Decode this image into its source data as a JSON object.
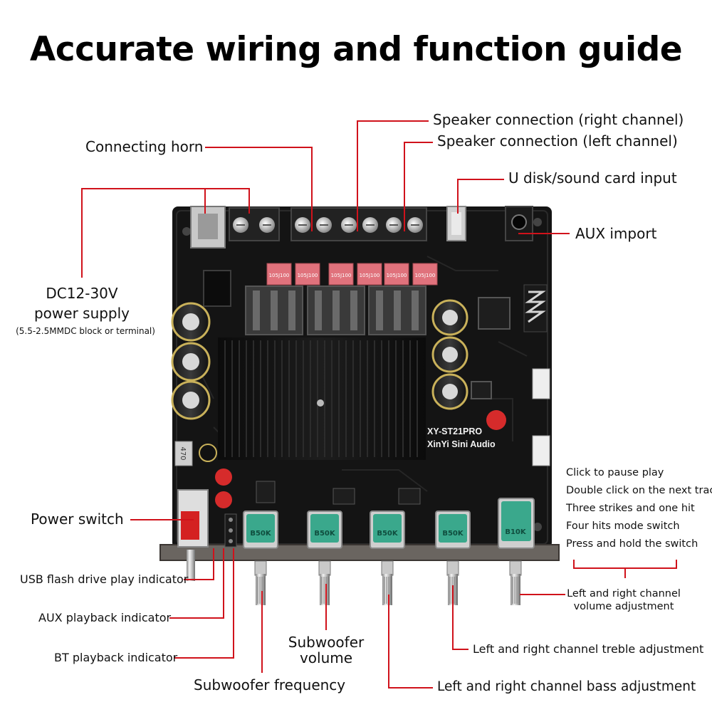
{
  "title": "Accurate wiring and function guide",
  "colors": {
    "leader_line": "#d0121b",
    "board": "#151515",
    "knob_cap": "#3aa88c",
    "relay": "#e0727c"
  },
  "board": {
    "model": "XY-ST21PRO",
    "maker": "XinYi Sini Audio"
  },
  "labels": {
    "speaker_right": "Speaker connection (right channel)",
    "speaker_left": "Speaker connection (left channel)",
    "connecting_horn": "Connecting horn",
    "udisk_input": "U disk/sound card input",
    "aux_import": "AUX import",
    "dc_power_line1": "DC12-30V",
    "dc_power_line2": "power supply",
    "dc_power_note": "(5.5-2.5MMDC block or terminal)",
    "power_switch": "Power switch",
    "usb_indicator": "USB flash drive play indicator",
    "aux_indicator": "AUX playback indicator",
    "bt_indicator": "BT playback indicator",
    "sub_volume_line1": "Subwoofer",
    "sub_volume_line2": "volume",
    "sub_frequency": "Subwoofer frequency",
    "bass_adjust": "Left and right channel bass adjustment",
    "treble_adjust": "Left and right channel treble adjustment",
    "volume_adjust_line1": "Left and right channel",
    "volume_adjust_line2": "volume adjustment"
  },
  "knob_functions": [
    "Click to pause play",
    "Double click on the next track",
    "Three strikes and one hit",
    "Four hits mode switch",
    "Press and hold the switch"
  ],
  "relay_codes": [
    "105J100",
    "105J100",
    "105J100",
    "105J100",
    "105J100",
    "105J100"
  ],
  "pot_codes": [
    "B50K",
    "B50K",
    "B50K",
    "B50K",
    "B10K"
  ],
  "cap_code": "470",
  "icons": [
    "bluetooth-antenna-icon",
    "screw-terminal-icon",
    "audio-jack-icon",
    "usb-port-icon"
  ]
}
